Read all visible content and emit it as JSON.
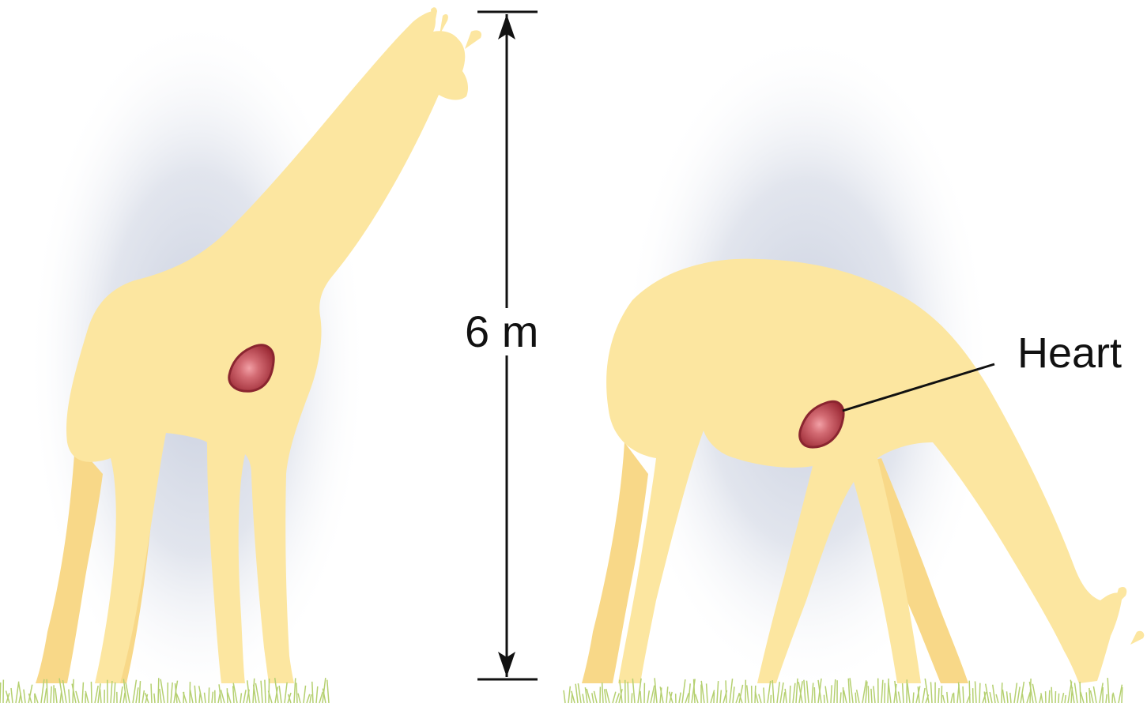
{
  "labels": {
    "height": "6 m",
    "heart": "Heart"
  },
  "colors": {
    "giraffe_body": "#fce6a0",
    "giraffe_shade": "#f8d888",
    "heart": "#a8333d",
    "heart_highlight": "#f2a0a6",
    "glow": "#c9d0e0",
    "grass": "#b5d070",
    "line": "#111111"
  },
  "figures": [
    {
      "pose": "standing",
      "has_heart": true
    },
    {
      "pose": "grazing",
      "has_heart": true
    }
  ]
}
